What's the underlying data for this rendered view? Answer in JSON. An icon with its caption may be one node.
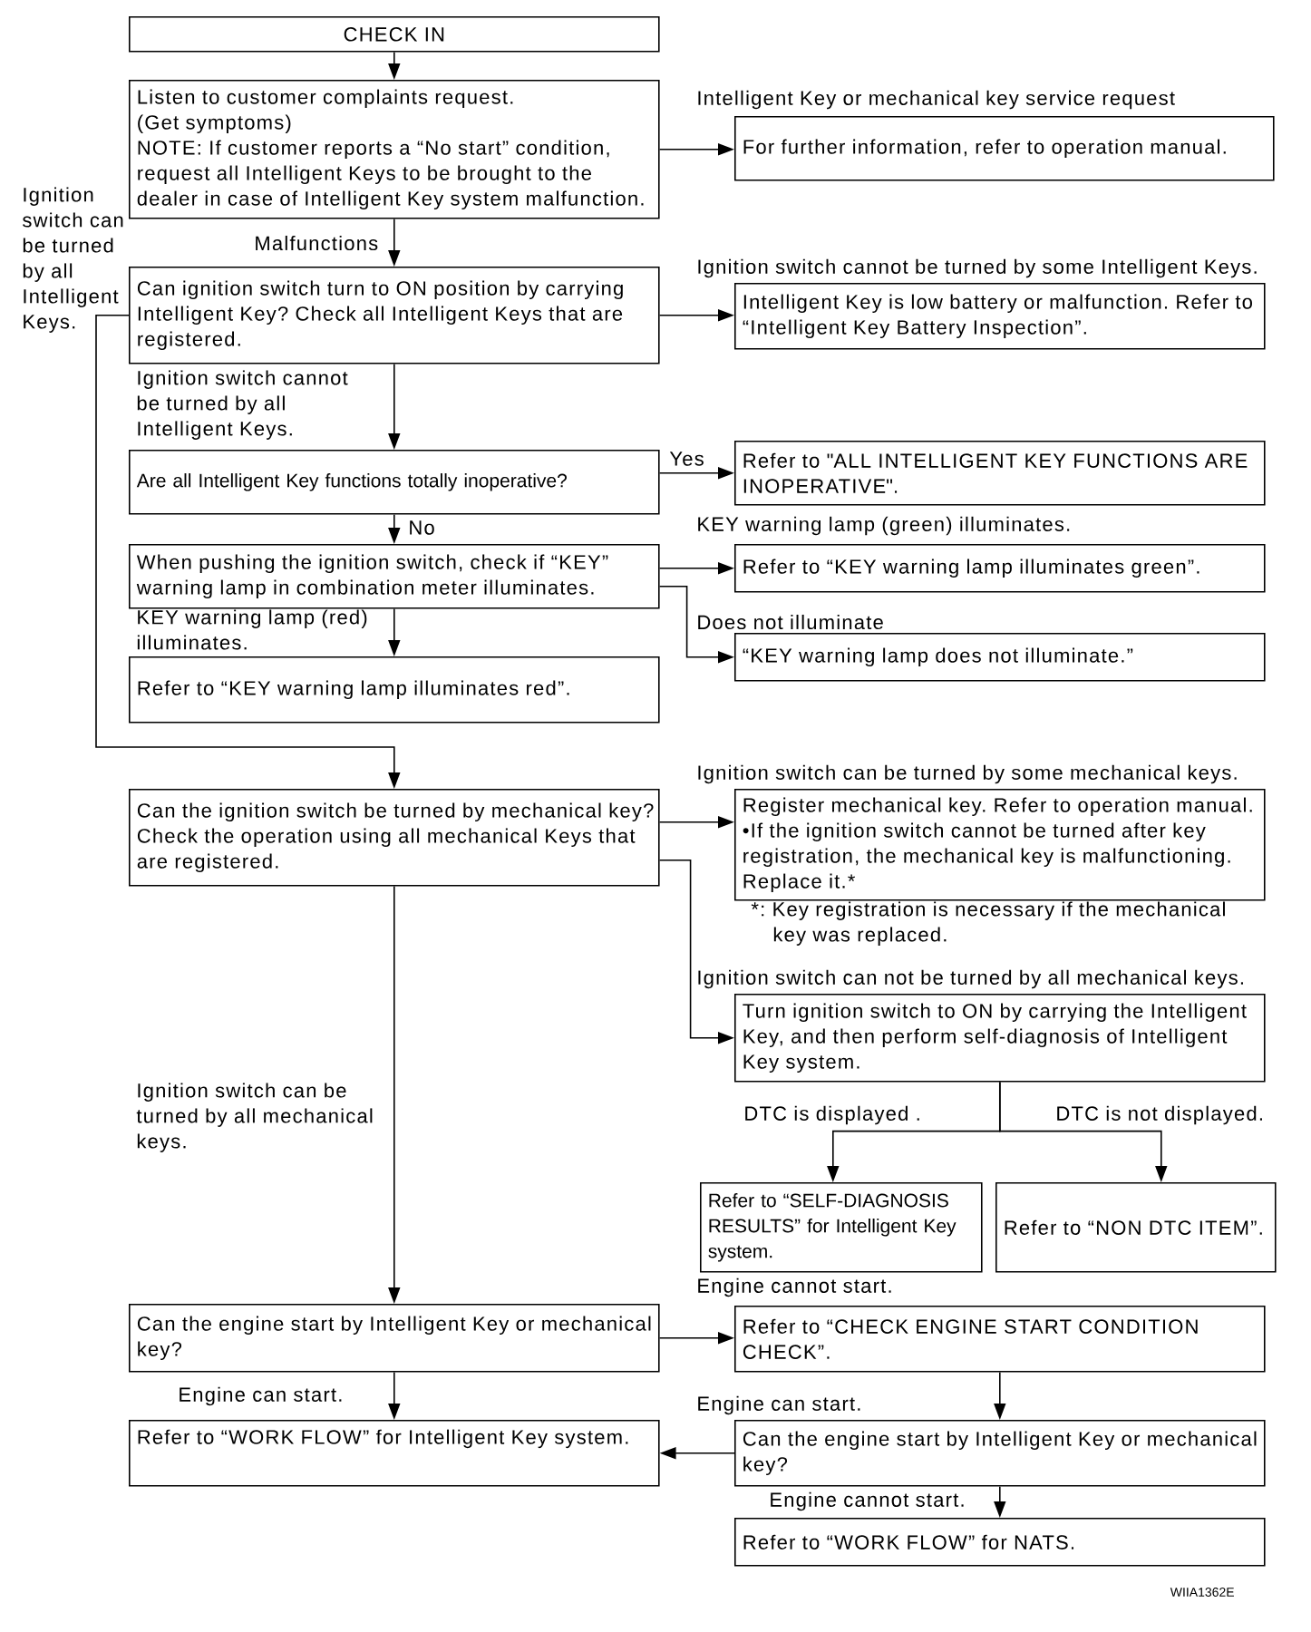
{
  "diagram": {
    "nodes": [
      {
        "text": [
          "CHECK IN"
        ]
      },
      {
        "text": [
          "Listen to customer complaints request.",
          "(Get symptoms)",
          "NOTE: If customer reports a “No start” condition, request all Intelligent Keys to be brought to the dealer in case of Intelligent Key system malfunction."
        ]
      },
      {
        "text": [
          "For further information, refer to operation manual."
        ]
      },
      {
        "text": [
          "Can ignition switch turn to ON position by carrying Intelligent Key? Check all Intelligent Keys that are registered."
        ]
      },
      {
        "text": [
          "Intelligent Key is low battery or malfunction. Refer to “Intelligent Key Battery Inspection”."
        ]
      },
      {
        "text": [
          "Are all Intelligent Key functions totally inoperative?"
        ]
      },
      {
        "text": [
          "Refer to \"ALL INTELLIGENT KEY FUNCTIONS ARE INOPERATIVE\"."
        ]
      },
      {
        "text": [
          "When pushing the ignition switch, check if “KEY” warning lamp in combination meter illuminates."
        ]
      },
      {
        "text": [
          "Refer to “KEY warning lamp illuminates green”."
        ]
      },
      {
        "text": [
          "“KEY warning lamp does not illuminate.”"
        ]
      },
      {
        "text": [
          "Refer to “KEY warning lamp illuminates red”."
        ]
      },
      {
        "text": [
          "Can the ignition switch be turned by mechanical key? Check the operation using all mechanical Keys that are registered."
        ]
      },
      {
        "text": [
          "Register mechanical key. Refer to operation manual. •If the ignition switch cannot be turned after key registration, the mechanical key is malfunctioning. Replace it.*"
        ],
        "beside": [
          "*: Key registration is necessary if the mechanical key was replaced."
        ]
      },
      {
        "text": [
          "Turn ignition switch to ON by carrying the Intelligent Key, and then perform self-diagnosis of Intelligent Key system."
        ]
      },
      {
        "text": [
          "Refer to “SELF-DIAGNOSIS RESULTS” for Intelligent Key system."
        ]
      },
      {
        "text": [
          "Refer to “NON DTC ITEM”."
        ]
      },
      {
        "text": [
          "Can the engine start by Intelligent Key or mechanical key?"
        ]
      },
      {
        "text": [
          "Refer to “CHECK ENGINE START CONDITION CHECK”."
        ]
      },
      {
        "text": [
          "Refer to “WORK FLOW” for Intelligent Key system."
        ]
      },
      {
        "text": [
          "Can the engine start by Intelligent Key or mechanical key?"
        ]
      },
      {
        "text": [
          "Refer to “WORK FLOW” for NATS."
        ]
      }
    ],
    "edges": [
      {
        "from": 0,
        "to": 1,
        "arrow": "to"
      },
      {
        "from": 1,
        "to": 2,
        "arrow": "to",
        "label": "Intelligent Key or mechanical key service request"
      },
      {
        "from": 1,
        "to": 3,
        "arrow": "to",
        "label": "Malfunctions"
      },
      {
        "from": 3,
        "to": 4,
        "arrow": "to",
        "label": "Ignition switch cannot be turned by some Intelligent Keys."
      },
      {
        "from": 3,
        "to": 5,
        "arrow": "to",
        "label": "Ignition switch cannot be turned by all Intelligent Keys."
      },
      {
        "from": 3,
        "to": 11,
        "arrow": "to",
        "label": "Ignition switch can be turned by all Intelligent Keys."
      },
      {
        "from": 5,
        "to": 6,
        "arrow": "to",
        "label": "Yes"
      },
      {
        "from": 5,
        "to": 7,
        "arrow": "to",
        "label": "No"
      },
      {
        "from": 7,
        "to": 8,
        "arrow": "to",
        "label": "KEY warning lamp (green) illuminates."
      },
      {
        "from": 7,
        "to": 9,
        "arrow": "to",
        "label": "Does not illuminate"
      },
      {
        "from": 7,
        "to": 10,
        "arrow": "to",
        "label": "KEY warning lamp (red) illuminates."
      },
      {
        "from": 11,
        "to": 12,
        "arrow": "to",
        "label": "Ignition switch can be turned by some mechanical keys."
      },
      {
        "from": 11,
        "to": 13,
        "arrow": "to",
        "label": "Ignition switch can not be turned by all mechanical keys."
      },
      {
        "from": 11,
        "to": 16,
        "arrow": "to",
        "label": "Ignition switch can be turned by all mechanical keys."
      },
      {
        "from": 13,
        "to": 14,
        "arrow": "to",
        "label": "DTC is displayed ."
      },
      {
        "from": 13,
        "to": 15,
        "arrow": "to",
        "label": "DTC is not displayed."
      },
      {
        "from": 16,
        "to": 17,
        "arrow": "to",
        "label": "Engine cannot start."
      },
      {
        "from": 16,
        "to": 18,
        "arrow": "to",
        "label": "Engine can start."
      },
      {
        "from": 17,
        "to": 19,
        "arrow": "to"
      },
      {
        "from": 19,
        "to": 18,
        "arrow": "to",
        "label": "Engine can start."
      },
      {
        "from": 19,
        "to": 20,
        "arrow": "to",
        "label": "Engine cannot start."
      }
    ],
    "labels": [
      "WIIA1362E"
    ]
  }
}
